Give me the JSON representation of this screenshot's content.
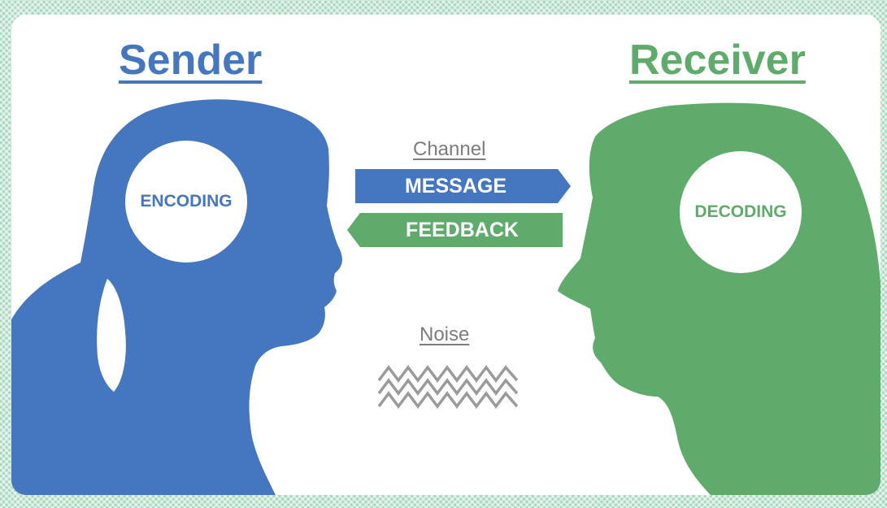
{
  "sender": {
    "title": "Sender",
    "process": "ENCODING"
  },
  "receiver": {
    "title": "Receiver",
    "process": "DECODING"
  },
  "channel": {
    "label": "Channel",
    "message": "MESSAGE",
    "feedback": "FEEDBACK"
  },
  "noise": {
    "label": "Noise"
  },
  "colors": {
    "sender": "#4477bf",
    "receiver": "#5eab6b",
    "label_gray": "#7d7d7d",
    "frame_green": "#a9d8bf"
  },
  "icons": {
    "sender_figure": "woman-silhouette-icon",
    "receiver_figure": "man-silhouette-icon",
    "noise": "zigzag-noise-icon"
  }
}
